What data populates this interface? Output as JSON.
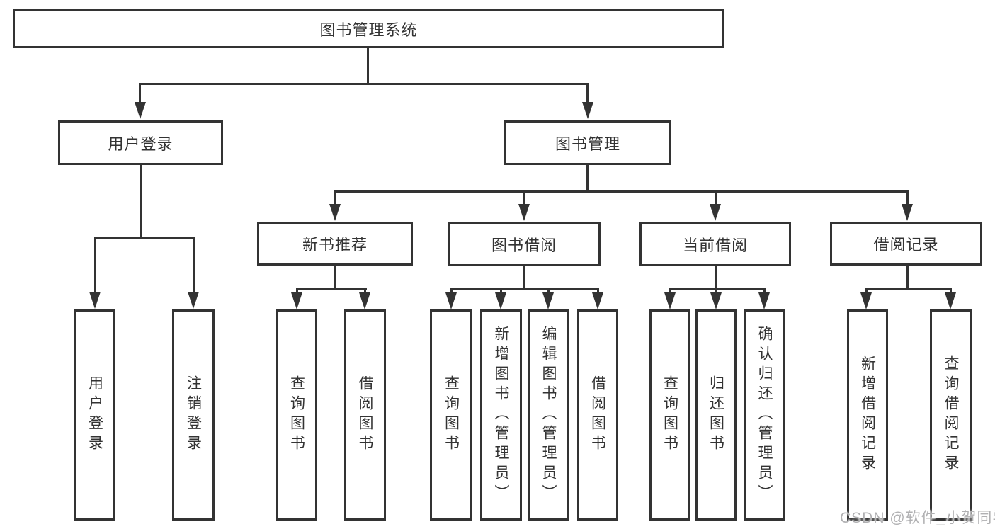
{
  "diagram": {
    "watermark": "CSDN @软件_小贺同学",
    "colors": {
      "line": "#333333",
      "text": "#333333",
      "background": "#ffffff",
      "watermark": "#b0b0b2"
    },
    "nodes": {
      "root": {
        "label": "图书管理系统"
      },
      "user_login": {
        "label": "用户登录"
      },
      "book_management": {
        "label": "图书管理"
      },
      "new_book_recommend": {
        "label": "新书推荐"
      },
      "book_borrowing": {
        "label": "图书借阅"
      },
      "current_borrowing": {
        "label": "当前借阅"
      },
      "borrowing_records": {
        "label": "借阅记录"
      },
      "leaf_user_login": {
        "label": "用户登录"
      },
      "leaf_logout": {
        "label": "注销登录"
      },
      "leaf_query_books_1": {
        "label": "查询图书"
      },
      "leaf_borrow_books_1": {
        "label": "借阅图书"
      },
      "leaf_query_books_2": {
        "label": "查询图书"
      },
      "leaf_add_books_admin": {
        "label": "新增图书（管理员）"
      },
      "leaf_edit_books_admin": {
        "label": "编辑图书（管理员）"
      },
      "leaf_borrow_books_2": {
        "label": "借阅图书"
      },
      "leaf_query_books_3": {
        "label": "查询图书"
      },
      "leaf_return_books": {
        "label": "归还图书"
      },
      "leaf_confirm_return_admin": {
        "label": "确认归还（管理员）"
      },
      "leaf_add_borrow_record": {
        "label": "新增借阅记录"
      },
      "leaf_query_borrow_record": {
        "label": "查询借阅记录"
      }
    }
  }
}
